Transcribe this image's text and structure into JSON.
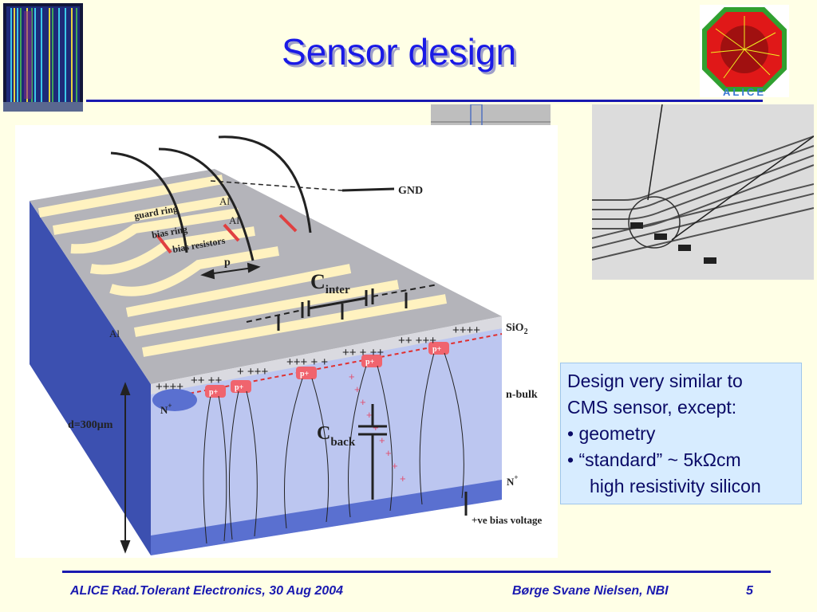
{
  "slide": {
    "title": "Sensor design",
    "page_number": "5"
  },
  "info_box": {
    "line1": "Design very similar to",
    "line2": "CMS sensor, except:",
    "bullet1": "•  geometry",
    "bullet2": "• “standard”  ~ 5kΩcm",
    "bullet2_cont": "high resistivity silicon"
  },
  "diagram": {
    "guard_ring": "guard ring",
    "bias_ring": "bias ring",
    "bias_resistors": "bias resistors",
    "al_top1": "Al",
    "al_top2": "Al",
    "al_side": "Al",
    "gnd": "GND",
    "pitch": "p",
    "c_inter": "C",
    "c_inter_sub": "inter",
    "sio2": "SiO",
    "sio2_sub": "2",
    "nbulk": "n-bulk",
    "nplus_left": "N",
    "nplus_right": "N",
    "plus_sup": "+",
    "pplus": "p+",
    "thickness": "d=300μm",
    "c_back": "C",
    "c_back_sub": "back",
    "bias_voltage": "+ve bias voltage"
  },
  "footer": {
    "left": "ALICE Rad.Tolerant Electronics, 30 Aug 2004",
    "right": "Børge Svane Nielsen, NBI"
  },
  "colors": {
    "title": "#1A1AE6",
    "rule": "#1A1AB0",
    "box_bg": "#D7ECFF",
    "bulk": "#BCC6F0",
    "strip_al": "#FFF2C0",
    "pplus": "#F0646E"
  }
}
